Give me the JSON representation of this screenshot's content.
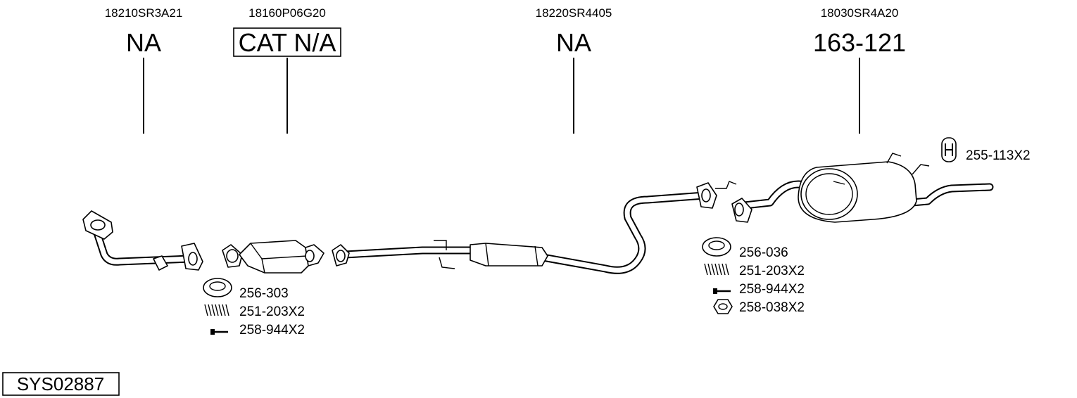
{
  "columns": [
    {
      "oem": "18210SR3A21",
      "ref": "NA",
      "boxed": false
    },
    {
      "oem": "18160P06G20",
      "ref": "CAT N/A",
      "boxed": true
    },
    {
      "oem": "18220SR4405",
      "ref": "NA",
      "boxed": false
    },
    {
      "oem": "18030SR4A20",
      "ref": "163-121",
      "boxed": false
    }
  ],
  "kits": {
    "left": [
      {
        "part": "256-303",
        "icon": "gasket-ring-icon"
      },
      {
        "part": "251-203X2",
        "icon": "spring-icon"
      },
      {
        "part": "258-944X2",
        "icon": "bolt-icon"
      }
    ],
    "right": [
      {
        "part": "256-036",
        "icon": "gasket-ring-icon"
      },
      {
        "part": "251-203X2",
        "icon": "spring-icon"
      },
      {
        "part": "258-944X2",
        "icon": "bolt-icon"
      },
      {
        "part": "258-038X2",
        "icon": "nut-icon"
      }
    ],
    "hanger": {
      "part": "255-113X2",
      "icon": "rubber-hanger-icon"
    }
  },
  "system_id": "SYS02887"
}
